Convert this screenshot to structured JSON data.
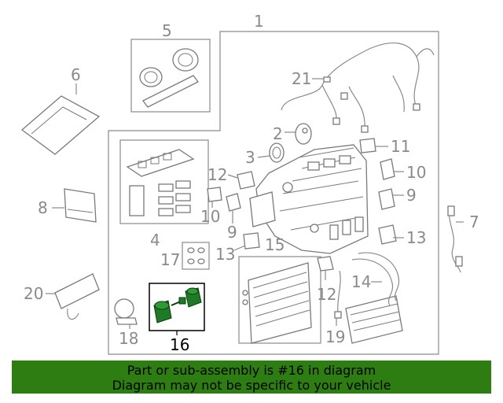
{
  "diagram": {
    "labels": {
      "l1": "1",
      "l2": "2",
      "l3": "3",
      "l4": "4",
      "l5": "5",
      "l6": "6",
      "l7": "7",
      "l8": "8",
      "l9a": "9",
      "l9b": "9",
      "l10a": "10",
      "l10b": "10",
      "l11": "11",
      "l12a": "12",
      "l12b": "12",
      "l13a": "13",
      "l13b": "13",
      "l14": "14",
      "l15": "15",
      "l16": "16",
      "l17": "17",
      "l18": "18",
      "l19": "19",
      "l20": "20",
      "l21": "21"
    },
    "highlighted_part": "16",
    "colors": {
      "line": "#8a8a8a",
      "highlight_part": "#1e7a24",
      "highlight_label": "#000000"
    }
  },
  "banner": {
    "line1": "Part or sub-assembly is #16 in diagram",
    "line2": "Diagram may not be specific to your vehicle",
    "background": "#2e7d12"
  }
}
